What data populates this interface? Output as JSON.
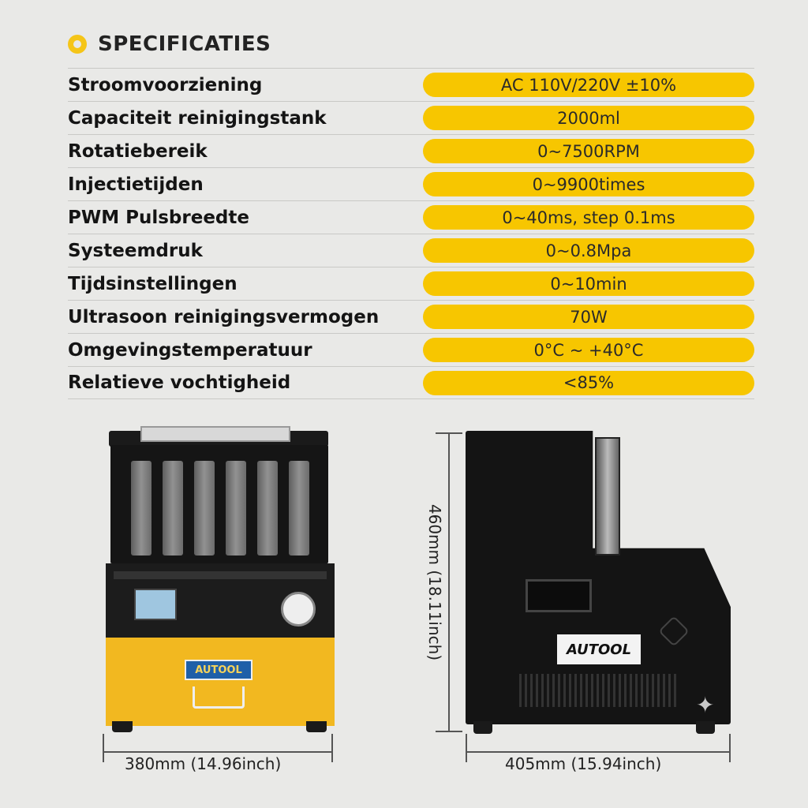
{
  "header": {
    "title": "SPECIFICATIES"
  },
  "specs": [
    {
      "label": "Stroomvoorziening",
      "value": "AC 110V/220V ±10%"
    },
    {
      "label": "Capaciteit reinigingstank",
      "value": "2000ml"
    },
    {
      "label": "Rotatiebereik",
      "value": "0~7500RPM"
    },
    {
      "label": "Injectietijden",
      "value": "0~9900times"
    },
    {
      "label": "PWM Pulsbreedte",
      "value": "0~40ms, step 0.1ms"
    },
    {
      "label": "Systeemdruk",
      "value": "0~0.8Mpa"
    },
    {
      "label": "Tijdsinstellingen",
      "value": "0~10min"
    },
    {
      "label": "Ultrasoon reinigingsvermogen",
      "value": "70W"
    },
    {
      "label": "Omgevingstemperatuur",
      "value": "0°C ~ +40°C"
    },
    {
      "label": "Relatieve vochtigheid",
      "value": "<85%"
    }
  ],
  "dimensions": {
    "front_width": "380mm (14.96inch)",
    "side_height": "460mm (18.11inch)",
    "side_depth": "405mm (15.94inch)"
  },
  "product": {
    "brand": "AUTOOL"
  },
  "colors": {
    "accent": "#f7c600",
    "background": "#e9e9e7",
    "machine_body": "#f2b820"
  }
}
